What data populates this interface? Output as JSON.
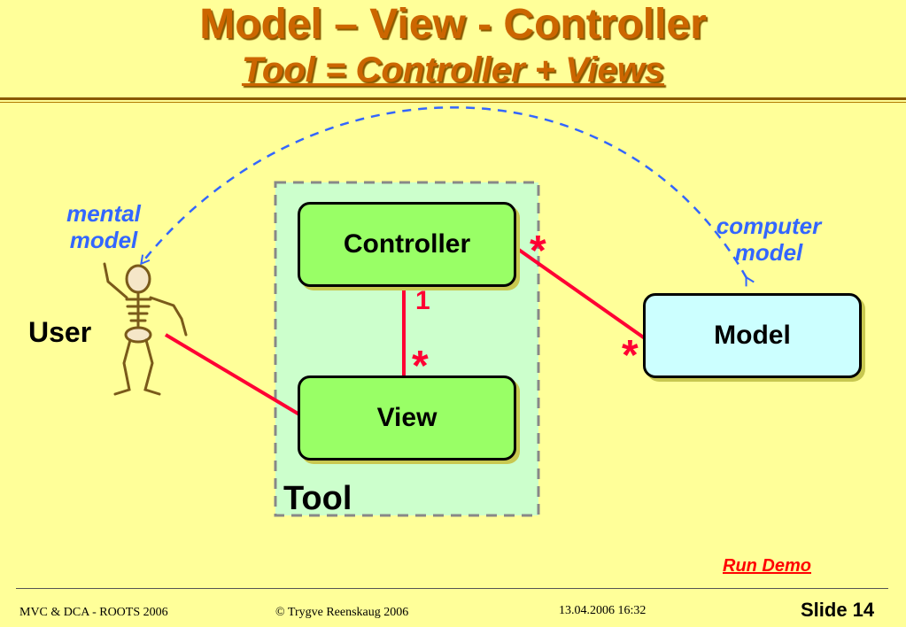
{
  "slide": {
    "title": "Model – View - Controller",
    "subtitle": "Tool = Controller + Views"
  },
  "diagram": {
    "controller_label": "Controller",
    "view_label": "View",
    "model_label": "Model",
    "tool_label": "Tool",
    "user_label": "User",
    "mental_model_label": [
      "mental",
      "model"
    ],
    "computer_model_label": [
      "computer",
      "model"
    ],
    "multiplicity_controller_model": "*",
    "multiplicity_model_controller": "*",
    "multiplicity_controller_view_one": "1",
    "multiplicity_controller_view_many": "*"
  },
  "links": {
    "run_demo": "Run Demo"
  },
  "footer": {
    "left": "MVC & DCA -  ROOTS 2006",
    "center": "© Trygve Reenskaug 2006",
    "date": "13.04.2006 16:32",
    "slide_number": "Slide 14"
  },
  "colors": {
    "background": "#ffff99",
    "title": "#cc6600",
    "box_green": "#99ff66",
    "box_cyan": "#ccffff",
    "tool_area": "#ccffcc",
    "connector": "#ff0033",
    "dashed_arc": "#3366ff"
  },
  "icons": {
    "user": "skeleton-figure-icon"
  }
}
